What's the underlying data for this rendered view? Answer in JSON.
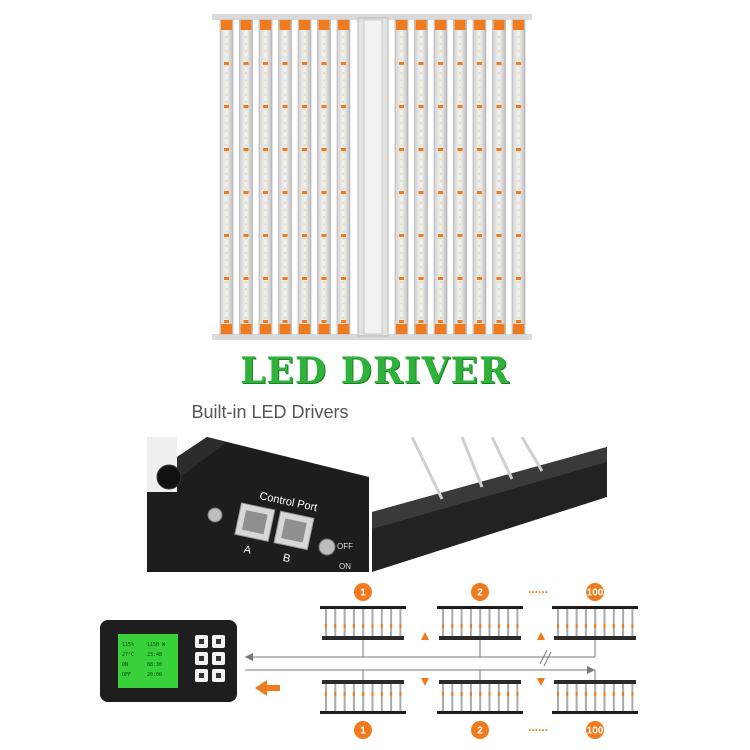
{
  "headline": "LED DRIVER",
  "subheadline": "Built-in LED Drivers",
  "colors": {
    "headline": "#2fb23a",
    "accent_orange": "#f07a1c",
    "lcd_green": "#38d13a",
    "housing_black": "#1b1b1b"
  },
  "control_panel": {
    "port_label": "Control Port",
    "port_a": "A",
    "port_b": "B",
    "switch_label": "OFF",
    "switch_label_2": "ON"
  },
  "lcd": {
    "rows": [
      [
        "115%",
        "1150 W"
      ],
      [
        "27°C",
        "23:48"
      ],
      [
        "ON",
        "08:30"
      ],
      [
        "OFF",
        "20:00"
      ]
    ]
  },
  "chain": {
    "top_labels": [
      "1",
      "2",
      "100"
    ],
    "bottom_labels": [
      "1",
      "2",
      "100"
    ],
    "ellipsis": "......"
  }
}
